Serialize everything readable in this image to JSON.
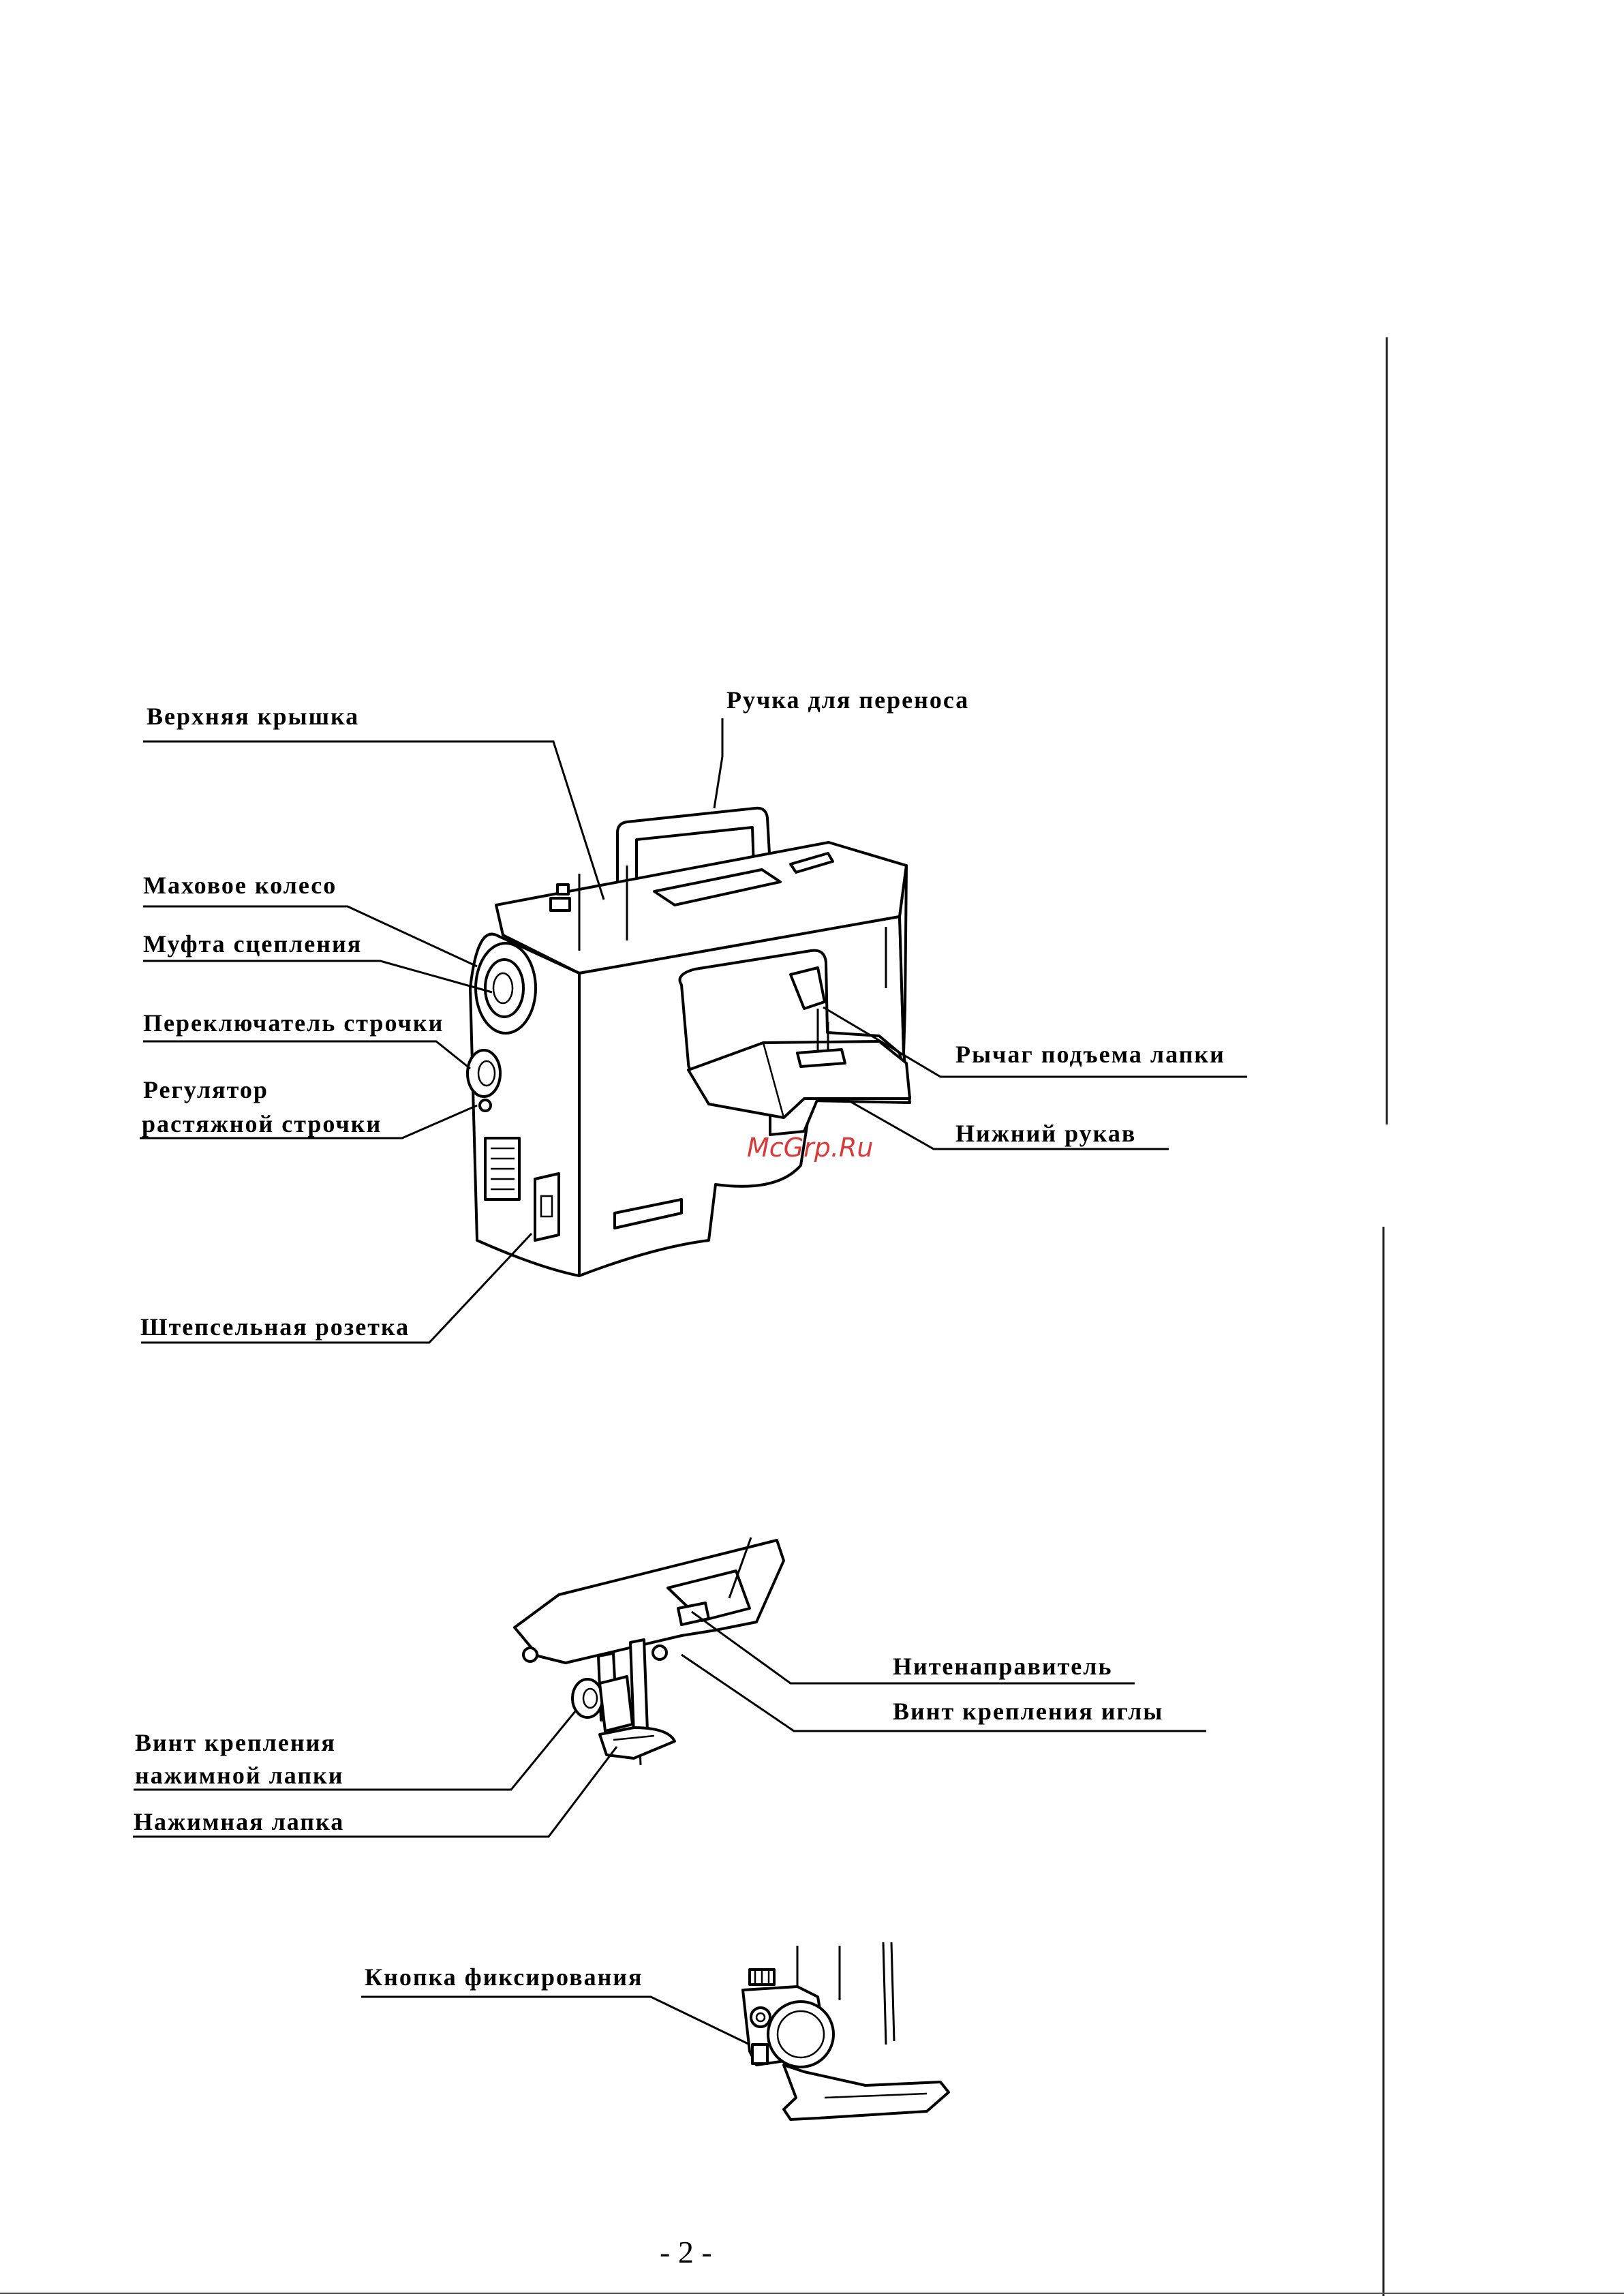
{
  "labels": {
    "top_cover": "Верхняя крышка",
    "carry_handle": "Ручка для переноса",
    "handwheel": "Маховое колесо",
    "clutch": "Муфта сцепления",
    "stitch_selector": "Переключатель строчки",
    "stretch_regulator_l1": "Регулятор",
    "stretch_regulator_l2": "растяжной строчки",
    "foot_lifter": "Рычаг подъема лапки",
    "free_arm": "Нижний рукав",
    "power_socket": "Штепсельная розетка",
    "thread_guide": "Нитенаправитель",
    "needle_clamp_screw": "Винт крепления иглы",
    "foot_screw_l1": "Винт крепления",
    "foot_screw_l2": "нажимной лапки",
    "presser_foot": "Нажимная лапка",
    "lock_button": "Кнопка фиксирования"
  },
  "watermark": "McGrp.Ru",
  "page_number": "- 2 -"
}
